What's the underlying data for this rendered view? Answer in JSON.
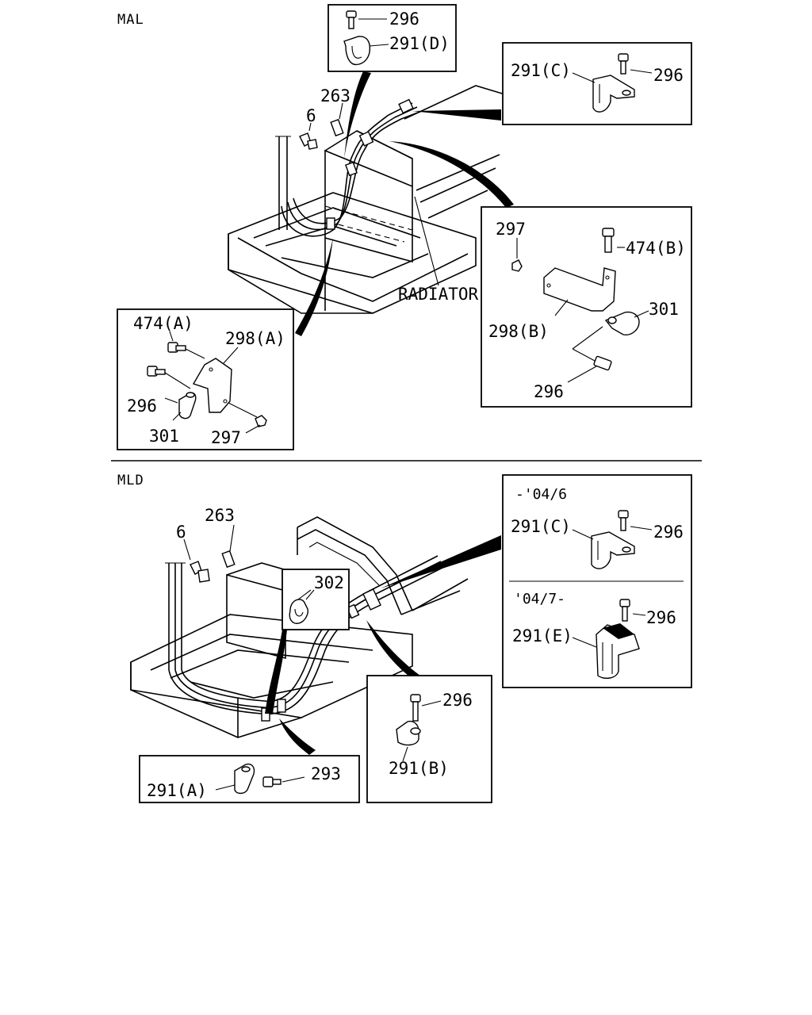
{
  "mal": {
    "section_label": "MAL",
    "radiator_label": "RADIATOR",
    "callouts": {
      "top_bolt": "296",
      "top_clip": "291(D)",
      "tube_bolt": "263",
      "tube_clip": "6",
      "right_clip": "291(C)",
      "right_bolt": "296",
      "br_nut": "297",
      "br_bolt_top": "474(B)",
      "br_clip": "301",
      "br_bracket": "298(B)",
      "br_bolt_bottom": "296",
      "bl_bolt_top": "474(A)",
      "bl_bracket": "298(A)",
      "bl_bolt": "296",
      "bl_clip": "301",
      "bl_nut": "297"
    }
  },
  "mld": {
    "section_label": "MLD",
    "callouts": {
      "tube_bolt": "263",
      "tube_clip": "6",
      "inset_clip": "302",
      "rt_period": "-'04/6",
      "rt_clip": "291(C)",
      "rt_bolt": "296",
      "rb_period": "'04/7-",
      "rb_bolt": "296",
      "rb_clip": "291(E)",
      "mid_bolt": "296",
      "mid_clip": "291(B)",
      "bl_clip": "291(A)",
      "bl_bolt": "293"
    }
  }
}
